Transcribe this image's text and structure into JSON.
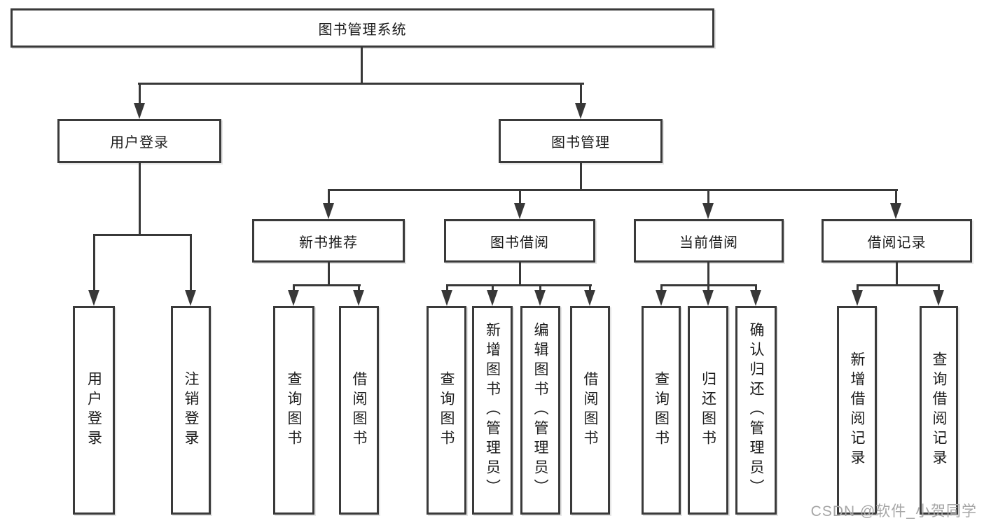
{
  "tree": {
    "label": "图书管理系统",
    "children": [
      {
        "label": "用户登录",
        "children": [
          {
            "label": "用户登录"
          },
          {
            "label": "注销登录"
          }
        ]
      },
      {
        "label": "图书管理",
        "children": [
          {
            "label": "新书推荐",
            "children": [
              {
                "label": "查询图书"
              },
              {
                "label": "借阅图书"
              }
            ]
          },
          {
            "label": "图书借阅",
            "children": [
              {
                "label": "查询图书"
              },
              {
                "label": "新增图书（管理员）"
              },
              {
                "label": "编辑图书（管理员）"
              },
              {
                "label": "借阅图书"
              }
            ]
          },
          {
            "label": "当前借阅",
            "children": [
              {
                "label": "查询图书"
              },
              {
                "label": "归还图书"
              },
              {
                "label": "确认归还（管理员）"
              }
            ]
          },
          {
            "label": "借阅记录",
            "children": [
              {
                "label": "新增借阅记录"
              },
              {
                "label": "查询借阅记录"
              }
            ]
          }
        ]
      }
    ]
  },
  "watermark": "CSDN @软件_小贺同学",
  "colors": {
    "line": "#383838",
    "border": "#3a3a3a",
    "text": "#1c1c1c",
    "watermark_text": "#a6a6a6",
    "background": "#ffffff"
  }
}
